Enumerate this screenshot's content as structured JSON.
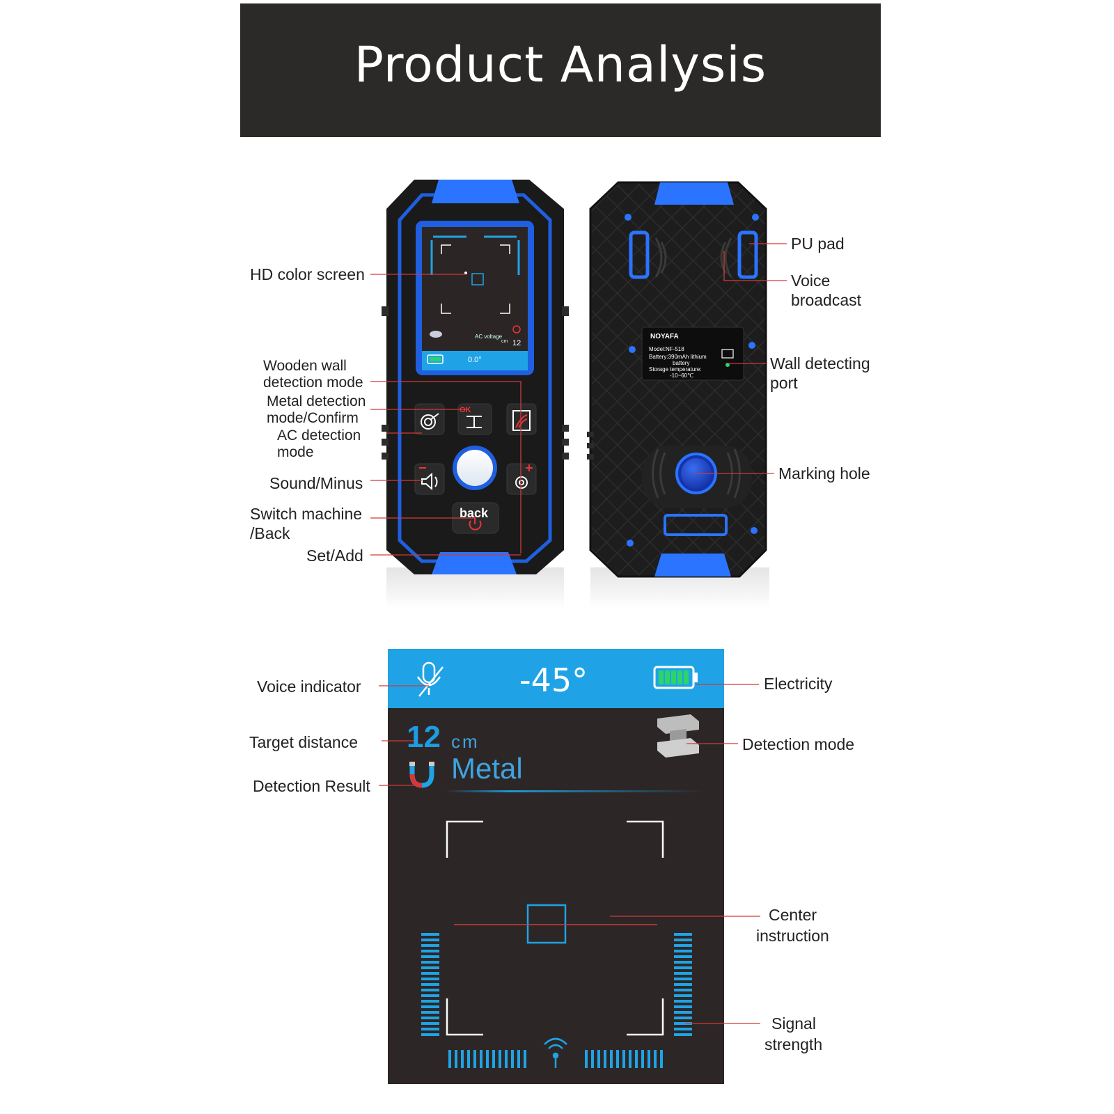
{
  "header": {
    "title": "Product Analysis"
  },
  "labels": {
    "hd_screen": "HD color screen",
    "wooden_1": "Wooden wall",
    "wooden_2": "detection mode",
    "metal_1": "Metal detection",
    "metal_2": "mode/Confirm",
    "ac_1": "AC detection",
    "ac_2": "mode",
    "sound": "Sound/Minus",
    "switch_1": "Switch machine",
    "switch_2": "/Back",
    "set": "Set/Add",
    "pu_pad": "PU pad",
    "voice_1": "Voice",
    "voice_2": "broadcast",
    "wall_port_1": "Wall detecting",
    "wall_port_2": "port",
    "marking_hole": "Marking hole",
    "voice_indicator": "Voice indicator",
    "electricity": "Electricity",
    "target_distance": "Target distance",
    "detection_mode": "Detection mode",
    "detection_result": "Detection Result",
    "center_1": "Center",
    "center_2": "instruction",
    "signal_1": "Signal",
    "signal_2": "strength"
  },
  "device": {
    "back_label": "back",
    "ok_label": "OK",
    "mini_screen_ac": "AC voltage",
    "mini_screen_dist": "12",
    "mini_screen_unit": "cm",
    "mini_screen_angle": "0.0°",
    "brand": "NOYAFA",
    "spec_model": "Model:NF-518",
    "spec_battery_1": "Battery:390mAh lithium",
    "spec_battery_2": "battery",
    "spec_storage_1": "Storage temperature:",
    "spec_storage_2": "-10~60℃"
  },
  "screen": {
    "angle": "-45°",
    "distance_value": "12",
    "distance_unit": "cm",
    "result": "Metal",
    "battery_bars": 5
  },
  "colors": {
    "accent_blue": "#1fa3e6",
    "screen_bg": "#2c2726",
    "leader_red": "#d23a3a",
    "device_body": "#1a1a1a"
  }
}
